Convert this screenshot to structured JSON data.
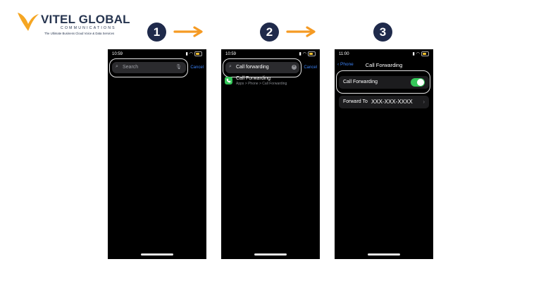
{
  "brand": {
    "name": "VITEL GLOBAL",
    "sub": "COMMUNICATIONS",
    "tagline": "The Ultimate Business Cloud Voice & Data Services",
    "colors": {
      "primary": "#26344f",
      "accent": "#f5a623"
    }
  },
  "steps": [
    {
      "number": "1",
      "icon": "arrow-right-icon"
    },
    {
      "number": "2",
      "icon": "arrow-right-icon"
    },
    {
      "number": "3"
    }
  ],
  "screens": [
    {
      "time": "10:59",
      "search": {
        "placeholder": "Search",
        "value": ""
      },
      "cancel": "Cancel"
    },
    {
      "time": "10:59",
      "search": {
        "value": "Call forwarding"
      },
      "cancel": "Cancel",
      "result": {
        "title": "Call Forwarding",
        "path": "Apps > Phone > Call Forwarding"
      }
    },
    {
      "time": "11:00",
      "back": "Phone",
      "title": "Call Forwarding",
      "toggle_label": "Call Forwarding",
      "toggle_on": true,
      "forward_label": "Forward To",
      "forward_value": "XXX-XXX-XXXX"
    }
  ]
}
